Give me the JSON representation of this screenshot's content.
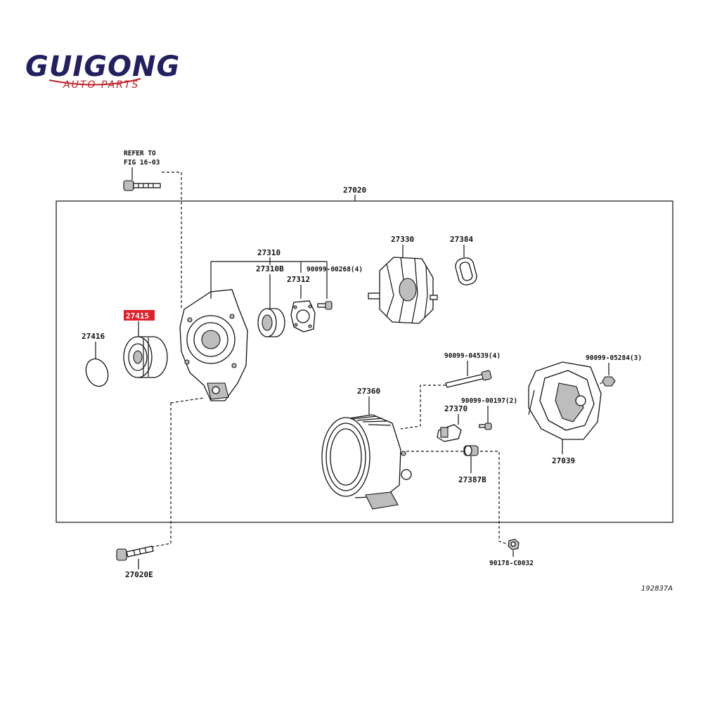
{
  "brand": {
    "name": "GUIGONG",
    "tagline": "AUTO PARTS",
    "color_main": "#232060",
    "color_sub": "#c0232a"
  },
  "highlight_color": "#e0202a",
  "figure_code": "192837A",
  "note": {
    "line1": "REFER TO",
    "line2": "FIG 16-03"
  },
  "assembly": "27020",
  "parts": {
    "p27415": "27415",
    "p27416": "27416",
    "p27310": "27310",
    "p27310B": "27310B",
    "p27312": "27312",
    "p90099_00268": "90099-00268(4)",
    "p27330": "27330",
    "p27384": "27384",
    "p90099_04539": "90099-04539(4)",
    "p90099_05284": "90099-05284(3)",
    "p27360": "27360",
    "p90099_00197": "90099-00197(2)",
    "p27370": "27370",
    "p27387B": "27387B",
    "p27039": "27039",
    "p27020E": "27020E",
    "p90178_C0032": "90178-C0032"
  }
}
